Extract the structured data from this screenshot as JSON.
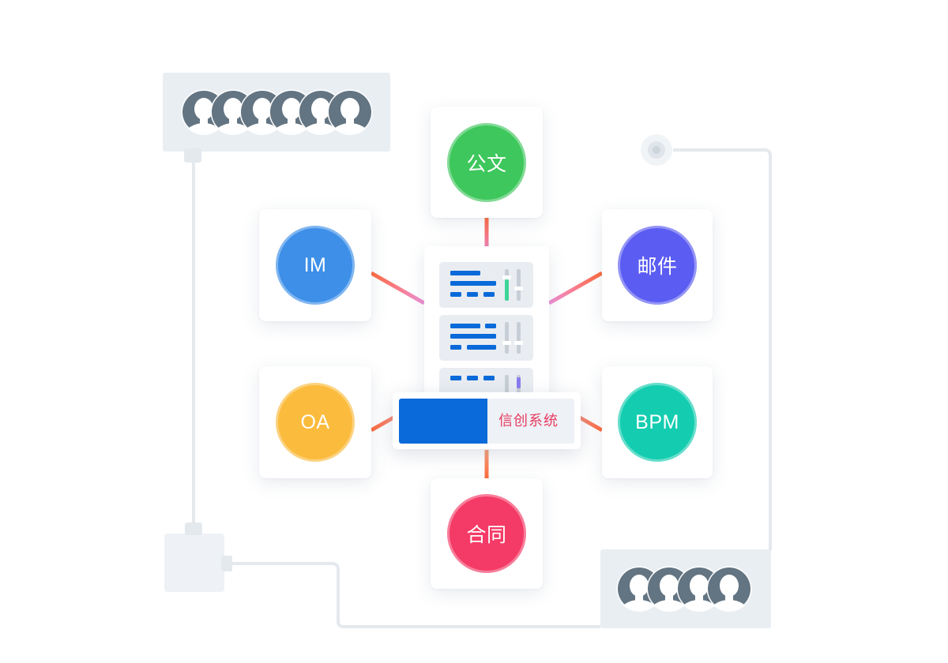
{
  "center": {
    "label": "信创系统",
    "accent": "#0a6ad9",
    "label_color": "#e83b61"
  },
  "nodes": [
    {
      "id": "gongwen",
      "label": "公文",
      "color": "#3ec75c",
      "icon": "document-flow"
    },
    {
      "id": "im",
      "label": "IM",
      "color": "#3d8fe8",
      "icon": "instant-message"
    },
    {
      "id": "youjian",
      "label": "邮件",
      "color": "#5b5cf2",
      "icon": "mail"
    },
    {
      "id": "oa",
      "label": "OA",
      "color": "#fbbb3c",
      "icon": "office-automation"
    },
    {
      "id": "bpm",
      "label": "BPM",
      "color": "#14cdb0",
      "icon": "business-process"
    },
    {
      "id": "hetong",
      "label": "合同",
      "color": "#f43a66",
      "icon": "contract"
    }
  ],
  "user_groups": [
    {
      "id": "top-left",
      "user_count": 6,
      "icon": "user-avatar"
    },
    {
      "id": "bottom-right",
      "user_count": 4,
      "icon": "user-avatar"
    }
  ],
  "colors": {
    "connector_start": "#ff6a3d",
    "connector_end": "#ee7fd0",
    "wire": "#e4e9ee",
    "avatar": "#637482"
  }
}
